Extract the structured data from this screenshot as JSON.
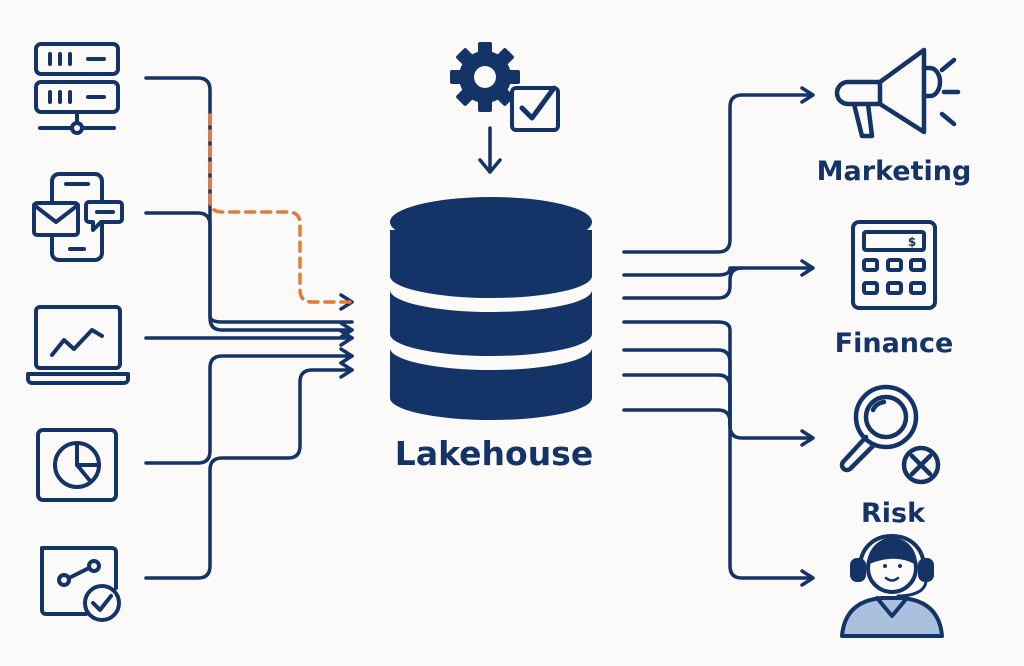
{
  "center": {
    "label": "Lakehouse"
  },
  "consumers": [
    {
      "label": "Marketing"
    },
    {
      "label": "Finance"
    },
    {
      "label": "Risk"
    },
    {
      "label": ""
    }
  ],
  "colors": {
    "primary": "#143366",
    "accent": "#e07b39",
    "background": "#fbfaf8",
    "light_fill": "#a9c0df"
  },
  "icons": {
    "sources": [
      "server-rack-icon",
      "phone-mail-chat-icon",
      "laptop-chart-icon",
      "pie-chart-icon",
      "workflow-check-icon"
    ],
    "governance": "gear-check-icon",
    "storage": "database-icon",
    "consumers": [
      "megaphone-icon",
      "calculator-icon",
      "magnifier-x-icon",
      "support-agent-icon"
    ]
  }
}
